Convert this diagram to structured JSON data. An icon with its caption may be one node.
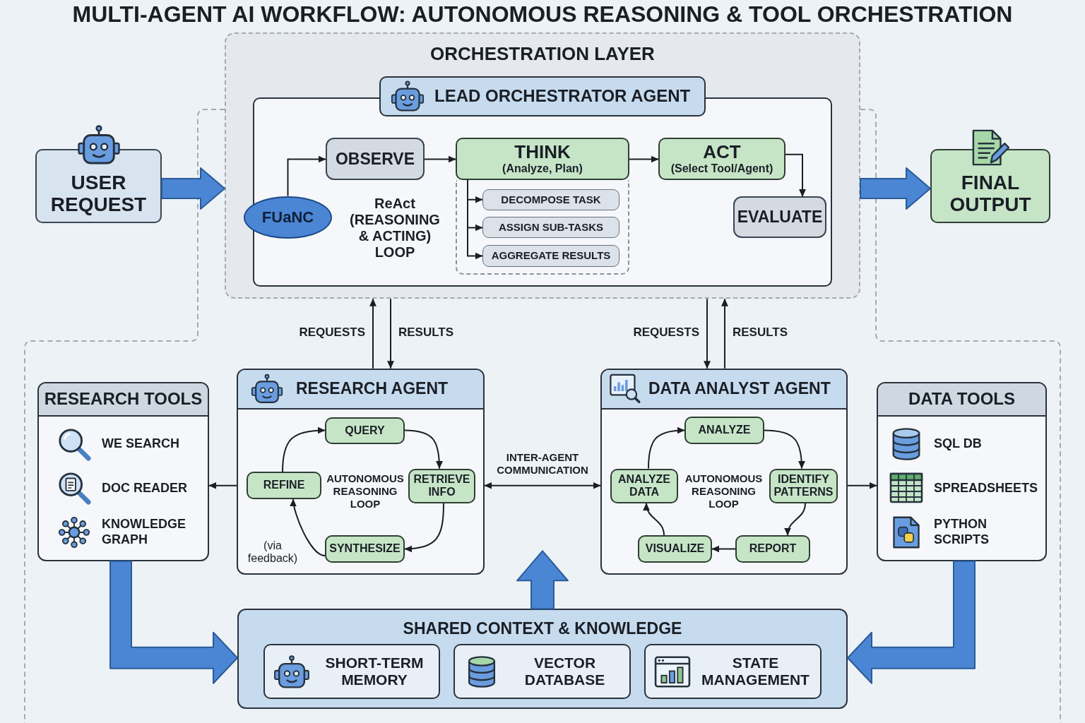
{
  "diagram": {
    "title": "MULTI-AGENT AI WORKFLOW: AUTONOMOUS REASONING & TOOL ORCHESTRATION",
    "nodes": [
      {
        "text": [
          "ORCHESTRATION LAYER"
        ]
      },
      {
        "text": [
          "LEAD ORCHESTRATOR AGENT"
        ],
        "in": 0
      },
      {
        "text": [
          "USER REQUEST"
        ]
      },
      {
        "text": [
          "OBSERVE"
        ],
        "in": 1
      },
      {
        "text": [
          "THINK",
          "(Analyze, Plan)"
        ],
        "in": 1
      },
      {
        "text": [
          "ACT",
          "(Select Tool/Agent)"
        ],
        "in": 1
      },
      {
        "text": [
          "FUaNC"
        ],
        "in": 1
      },
      {
        "text": [],
        "shape": "box",
        "in": 1
      },
      {
        "text": [
          "DECOMPOSE TASK"
        ],
        "in": 7
      },
      {
        "text": [
          "ASSIGN SUB-TASKS"
        ],
        "in": 7
      },
      {
        "text": [
          "AGGREGATE RESULTS"
        ],
        "in": 7
      },
      {
        "text": [
          "EVALUATE"
        ],
        "in": 1
      },
      {
        "text": [
          "FINAL OUTPUT"
        ]
      },
      {
        "text": [
          "RESEARCH TOOLS",
          "WE SEARCH",
          "DOC READER",
          "KNOWLEDGE GRAPH"
        ]
      },
      {
        "text": [
          "RESEARCH AGENT"
        ]
      },
      {
        "text": [
          "QUERY"
        ],
        "in": 14
      },
      {
        "text": [
          "REFINE"
        ],
        "in": 14
      },
      {
        "text": [
          "RETRIEVE INFO"
        ],
        "in": 14
      },
      {
        "text": [
          "SYNTHESIZE"
        ],
        "in": 14
      },
      {
        "text": [
          "DATA ANALYST AGENT"
        ]
      },
      {
        "text": [
          "ANALYZE"
        ],
        "in": 19
      },
      {
        "text": [
          "ANALYZE DATA"
        ],
        "in": 19
      },
      {
        "text": [
          "IDENTIFY PATTERNS"
        ],
        "in": 19
      },
      {
        "text": [
          "VISUALIZE"
        ],
        "in": 19
      },
      {
        "text": [
          "REPORT"
        ],
        "in": 19
      },
      {
        "text": [
          "DATA TOOLS",
          "SQL DB",
          "SPREADSHEETS",
          "PYTHON SCRIPTS"
        ]
      },
      {
        "text": [
          "SHARED CONTEXT & KNOWLEDGE"
        ]
      },
      {
        "text": [
          "SHORT-TERM MEMORY"
        ],
        "in": 26
      },
      {
        "text": [
          "VECTOR DATABASE"
        ],
        "in": 26
      },
      {
        "text": [
          "STATE MANAGEMENT"
        ],
        "in": 26
      }
    ],
    "edges": [
      {
        "from": 2,
        "to": 0,
        "arrow": "to",
        "style": "thick",
        "color": "#4a86d4"
      },
      {
        "from": 6,
        "to": 3,
        "arrow": "to"
      },
      {
        "from": 3,
        "to": 4,
        "arrow": "to"
      },
      {
        "from": 4,
        "to": 5,
        "arrow": "to"
      },
      {
        "from": 5,
        "to": 11,
        "arrow": "to"
      },
      {
        "from": 4,
        "to": 8,
        "arrow": "to"
      },
      {
        "from": 4,
        "to": 9,
        "arrow": "to"
      },
      {
        "from": 4,
        "to": 10,
        "arrow": "to"
      },
      {
        "from": 0,
        "to": 12,
        "arrow": "to",
        "style": "thick",
        "color": "#4a86d4"
      },
      {
        "from": 14,
        "to": 0,
        "arrow": "to",
        "label": "REQUESTS"
      },
      {
        "from": 0,
        "to": 14,
        "arrow": "to",
        "label": "RESULTS"
      },
      {
        "from": 0,
        "to": 19,
        "arrow": "to",
        "label": "REQUESTS"
      },
      {
        "from": 19,
        "to": 0,
        "arrow": "to",
        "label": "RESULTS"
      },
      {
        "from": 14,
        "to": 13,
        "arrow": "to"
      },
      {
        "from": 14,
        "to": 19,
        "arrow": "both",
        "label": "INTER-AGENT COMMUNICATION"
      },
      {
        "from": 19,
        "to": 25,
        "arrow": "to"
      },
      {
        "from": 15,
        "to": 17,
        "arrow": "to"
      },
      {
        "from": 17,
        "to": 18,
        "arrow": "to"
      },
      {
        "from": 18,
        "to": 16,
        "arrow": "to",
        "label": "(via feedback)"
      },
      {
        "from": 16,
        "to": 15,
        "arrow": "to"
      },
      {
        "from": 20,
        "to": 22,
        "arrow": "to"
      },
      {
        "from": 22,
        "to": 24,
        "arrow": "to"
      },
      {
        "from": 24,
        "to": 23,
        "arrow": "to"
      },
      {
        "from": 23,
        "to": 21,
        "arrow": "to"
      },
      {
        "from": 21,
        "to": 20,
        "arrow": "to"
      },
      {
        "from": 13,
        "to": 26,
        "arrow": "to",
        "style": "thick",
        "color": "#4a86d4"
      },
      {
        "from": 25,
        "to": 26,
        "arrow": "to",
        "style": "thick",
        "color": "#4a86d4"
      },
      {
        "from": 26,
        "to": null,
        "arrow": "to",
        "style": "thick",
        "color": "#4a86d4"
      }
    ],
    "labels": [
      "ReAct (REASONING & ACTING) LOOP",
      "AUTONOMOUS REASONING LOOP",
      "AUTONOMOUS REASONING LOOP"
    ]
  }
}
